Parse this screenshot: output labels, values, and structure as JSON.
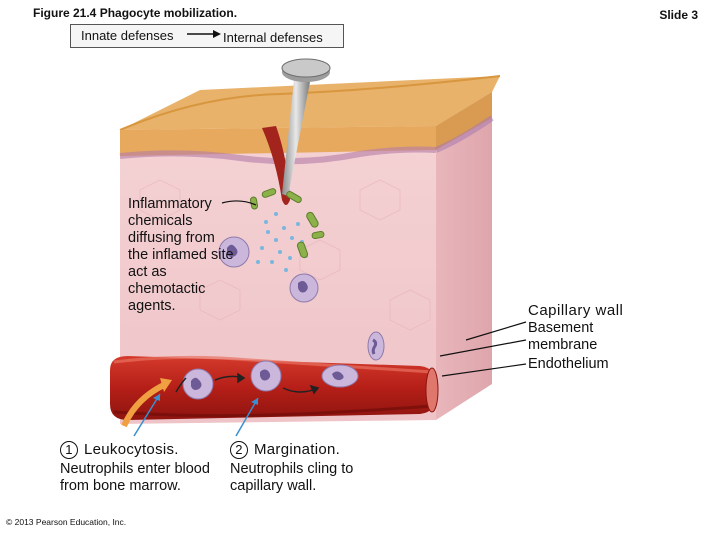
{
  "header": {
    "figure_title": "Figure 21.4 Phagocyte mobilization.",
    "slide_label": "Slide 3"
  },
  "banner": {
    "left": "Innate defenses",
    "right": "Internal defenses"
  },
  "labels": {
    "inflammatory": "Inflammatory chemicals diffusing from the inflamed site act as chemotactic agents.",
    "capillary_wall_title": "Capillary wall",
    "basement_membrane": "Basement membrane",
    "endothelium": "Endothelium"
  },
  "steps": [
    {
      "number": "1",
      "title": "Leukocytosis.",
      "description": "Neutrophils enter blood from bone marrow."
    },
    {
      "number": "2",
      "title": "Margination.",
      "description": "Neutrophils cling to capillary wall."
    }
  ],
  "footer": {
    "copyright": "© 2013 Pearson Education, Inc."
  },
  "colors": {
    "skin_surface": "#e8b26a",
    "dermis": "#f2cccf",
    "vessel": "#c0281e",
    "neutrophil": "#cbb6dc",
    "bacteria": "#8cb04a",
    "arrow_blue": "#3a8fd0",
    "arrow_orange": "#f0a040"
  }
}
